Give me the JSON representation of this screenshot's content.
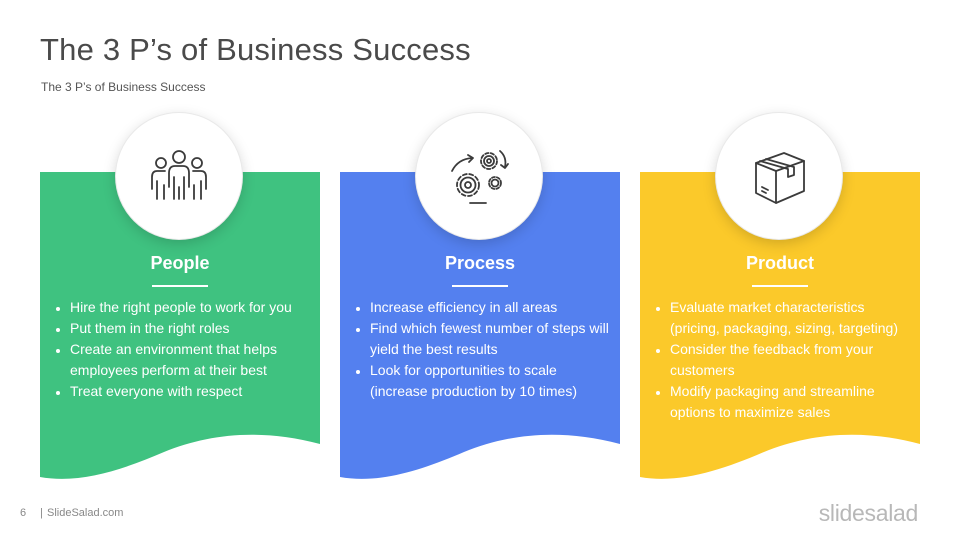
{
  "slide": {
    "title": "The 3 P’s of Business Success",
    "subtitle": "The 3 P’s of Business  Success"
  },
  "cards": [
    {
      "heading": "People",
      "icon": "people-group-icon",
      "color": "#3fc280",
      "bullets": [
        "Hire the right people to work for you",
        "Put them in the right roles",
        "Create an environment that helps employees perform at their best",
        "Treat everyone with respect"
      ]
    },
    {
      "heading": "Process",
      "icon": "gears-icon",
      "color": "#5480ef",
      "bullets": [
        "Increase efficiency in all areas",
        "Find which fewest number of steps will yield the best results",
        "Look for opportunities to scale (increase production by 10 times)"
      ]
    },
    {
      "heading": "Product",
      "icon": "box-icon",
      "color": "#fbc92a",
      "bullets": [
        "Evaluate market characteristics (pricing, packaging, sizing, targeting)",
        "Consider the feedback from your customers",
        "Modify packaging and streamline options to maximize sales"
      ]
    }
  ],
  "footer": {
    "page_number": "6",
    "site": "SlideSalad.com",
    "separator": "|",
    "logo": "slidesalad"
  }
}
